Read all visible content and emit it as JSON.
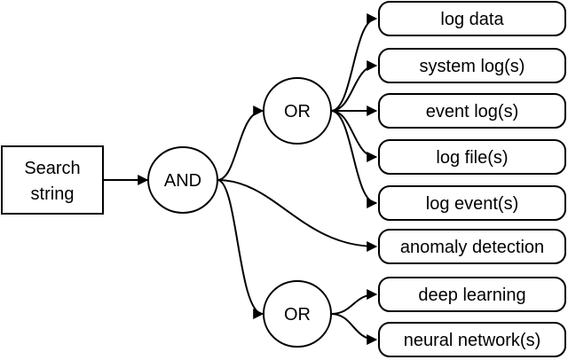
{
  "source": {
    "line1": "Search",
    "line2": "string"
  },
  "operators": {
    "and": "AND",
    "or_top": "OR",
    "or_bottom": "OR"
  },
  "terms": [
    "log data",
    "system log(s)",
    "event log(s)",
    "log file(s)",
    "log event(s)",
    "anomaly detection",
    "deep learning",
    "neural network(s)"
  ]
}
